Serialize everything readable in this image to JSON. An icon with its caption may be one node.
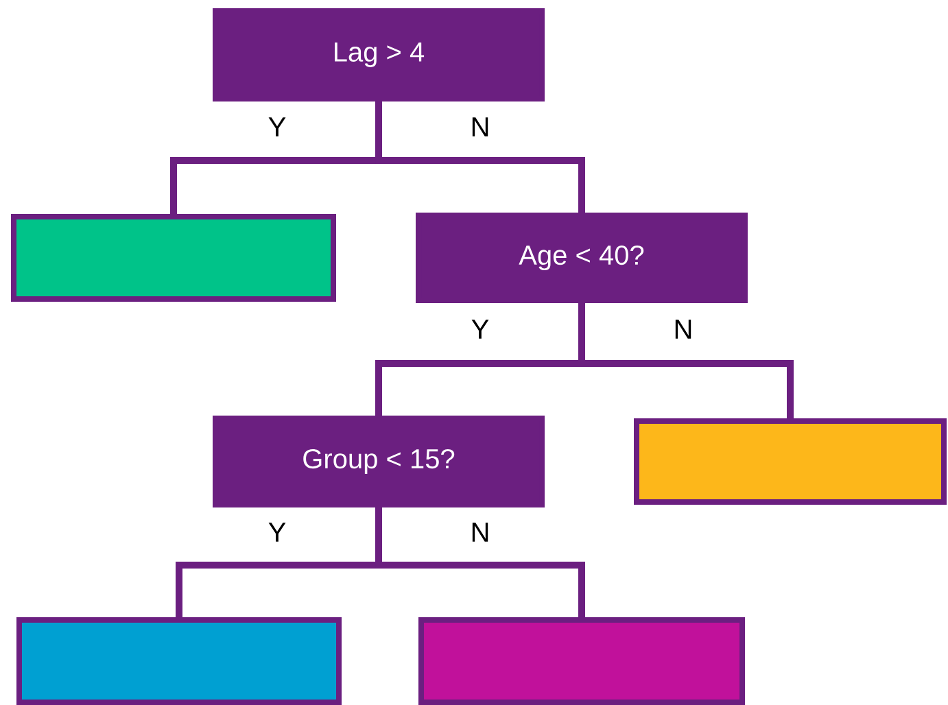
{
  "diagram": {
    "nodes": [
      {
        "text": [
          "Lag > 4"
        ]
      },
      {
        "text": [],
        "shape": "box"
      },
      {
        "text": [
          "Age < 40?"
        ]
      },
      {
        "text": [
          "Group < 15?"
        ]
      },
      {
        "text": [],
        "shape": "box"
      },
      {
        "text": [],
        "shape": "box"
      },
      {
        "text": [],
        "shape": "box"
      }
    ],
    "edges": [
      {
        "from": 0,
        "to": 1,
        "arrow": "none",
        "label": "Y"
      },
      {
        "from": 0,
        "to": 2,
        "arrow": "none",
        "label": "N"
      },
      {
        "from": 2,
        "to": 3,
        "arrow": "none",
        "label": "Y"
      },
      {
        "from": 2,
        "to": 4,
        "arrow": "none",
        "label": "N"
      },
      {
        "from": 3,
        "to": 5,
        "arrow": "none",
        "label": "Y"
      },
      {
        "from": 3,
        "to": 6,
        "arrow": "none",
        "label": "N"
      }
    ]
  }
}
